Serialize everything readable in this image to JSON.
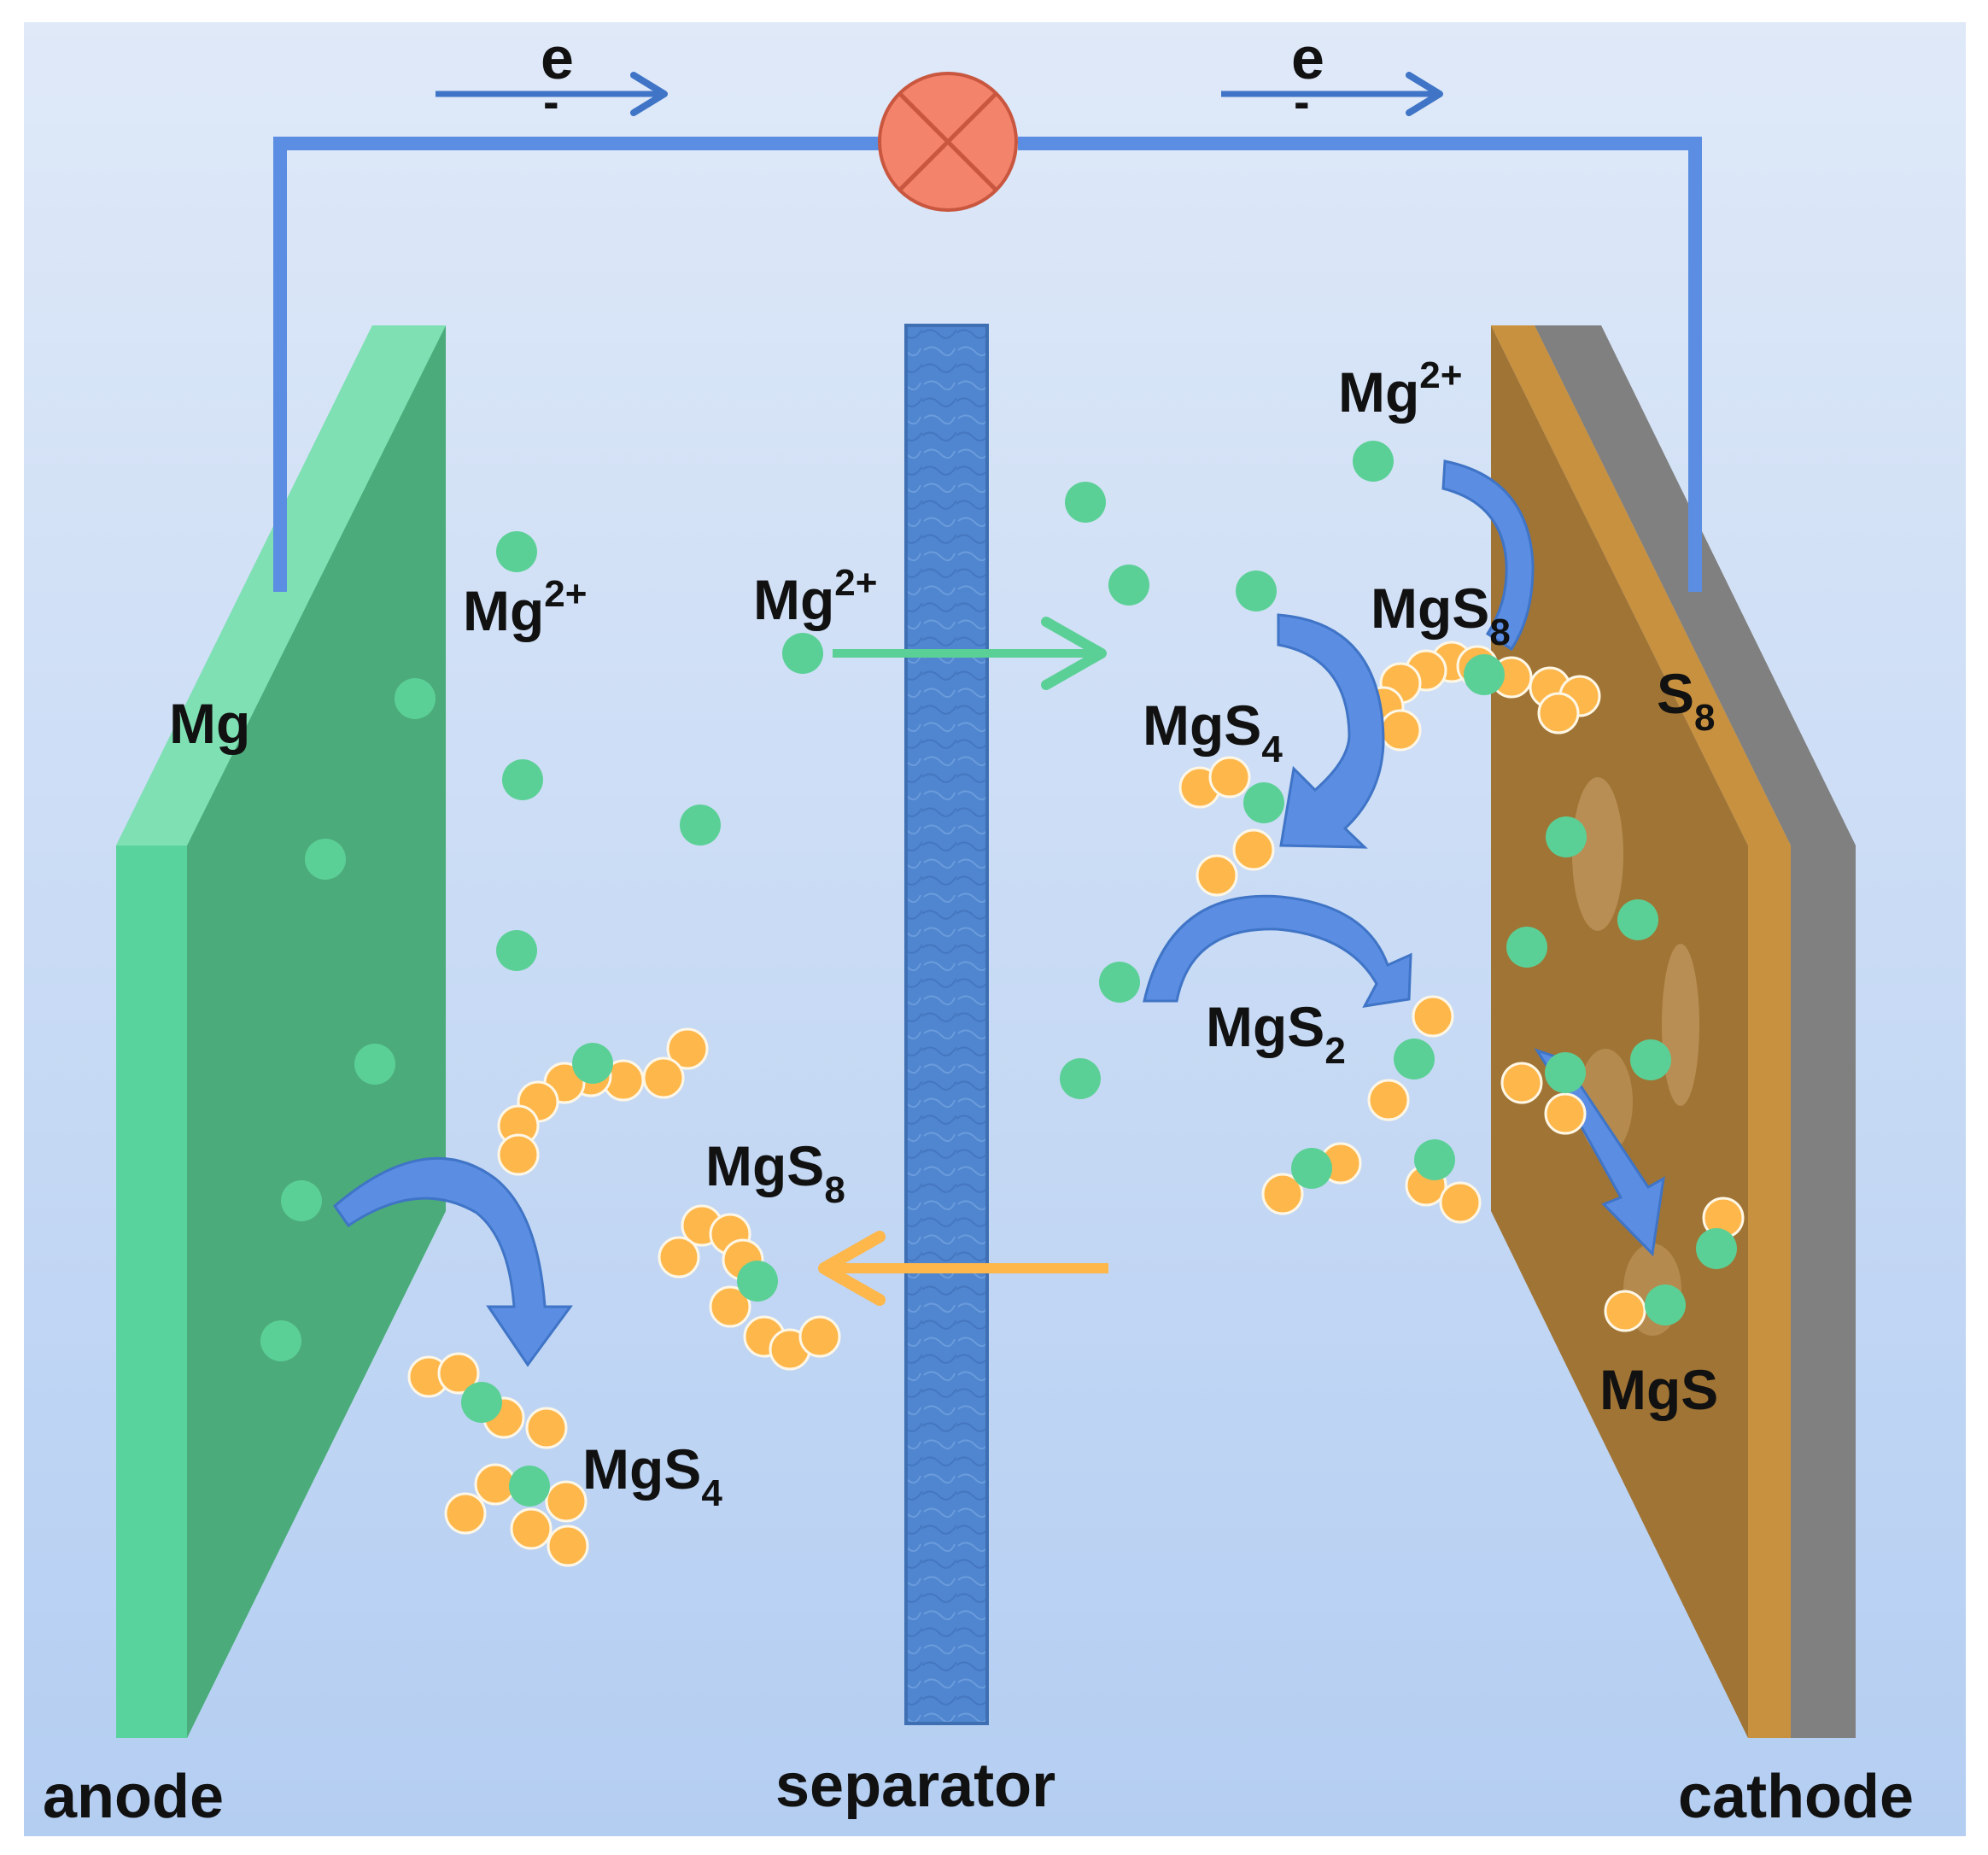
{
  "labels": {
    "anode": "anode",
    "separator": "separator",
    "cathode": "cathode",
    "mg": "Mg",
    "s8": "S",
    "s8_sub": "8",
    "electron": "e",
    "electron_charge": "-",
    "mg_ion": "Mg",
    "mg_ion_sup": "2+",
    "mgs8": "MgS",
    "mgs8_sub": "8",
    "mgs4": "MgS",
    "mgs4_sub": "4",
    "mgs2": "MgS",
    "mgs2_sub": "2",
    "mgs": "MgS"
  },
  "colors": {
    "background_top": "#dfe9f8",
    "background_bottom": "#b4cef2",
    "wire": "#5b8ee3",
    "anode_face": "#4cab7a",
    "anode_edge": "#59d39d",
    "separator": "#4f86cf",
    "cathode_face": "#a07434",
    "cathode_edge": "#c8913f",
    "collector": "#808080",
    "mg_ion": "#5bd096",
    "sulfur": "#fdb74b",
    "curved_arrow": "#3f74c6",
    "ion_flow_arrow": "#5bd096",
    "polysulfide_flow_arrow": "#fdb74b",
    "lamp": "#f4836b"
  }
}
